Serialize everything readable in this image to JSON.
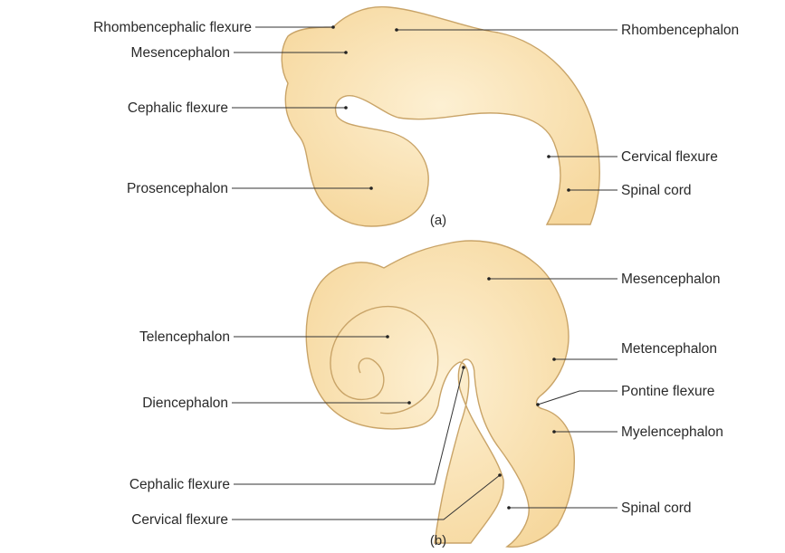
{
  "colors": {
    "tissue_fill": "#fbe3b3",
    "tissue_outline": "#c9a468",
    "leader_line": "#333333",
    "text": "#2a2a2a"
  },
  "panel_a": {
    "caption": "(a)",
    "labels": {
      "rhombencephalic_flexure": "Rhombencephalic flexure",
      "mesencephalon": "Mesencephalon",
      "cephalic_flexure": "Cephalic flexure",
      "prosencephalon": "Prosencephalon",
      "rhombencephalon": "Rhombencephalon",
      "cervical_flexure": "Cervical flexure",
      "spinal_cord": "Spinal cord"
    }
  },
  "panel_b": {
    "caption": "(b)",
    "labels": {
      "telencephalon": "Telencephalon",
      "diencephalon": "Diencephalon",
      "cephalic_flexure": "Cephalic flexure",
      "cervical_flexure": "Cervical flexure",
      "mesencephalon": "Mesencephalon",
      "metencephalon": "Metencephalon",
      "pontine_flexure": "Pontine flexure",
      "myelencephalon": "Myelencephalon",
      "spinal_cord": "Spinal cord"
    }
  }
}
